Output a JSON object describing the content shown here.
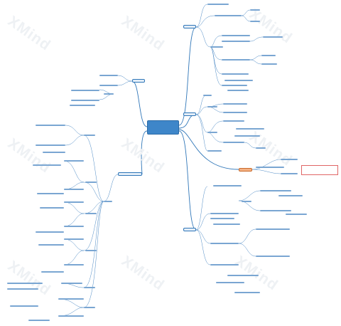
{
  "watermark": "XMind",
  "central_topic": "",
  "main_topics": [
    {
      "id": "r1",
      "side": "right",
      "label": ""
    },
    {
      "id": "r2",
      "side": "right",
      "label": ""
    },
    {
      "id": "r3",
      "side": "right",
      "label": ""
    },
    {
      "id": "r4",
      "side": "right",
      "label": ""
    },
    {
      "id": "l1",
      "side": "left",
      "label": ""
    },
    {
      "id": "l2",
      "side": "left",
      "label": ""
    }
  ],
  "callout_note": "",
  "colors": {
    "central": "#3e86c9",
    "branch": "#2f76b8",
    "highlight": "#f4b183",
    "note": "#e06666"
  }
}
